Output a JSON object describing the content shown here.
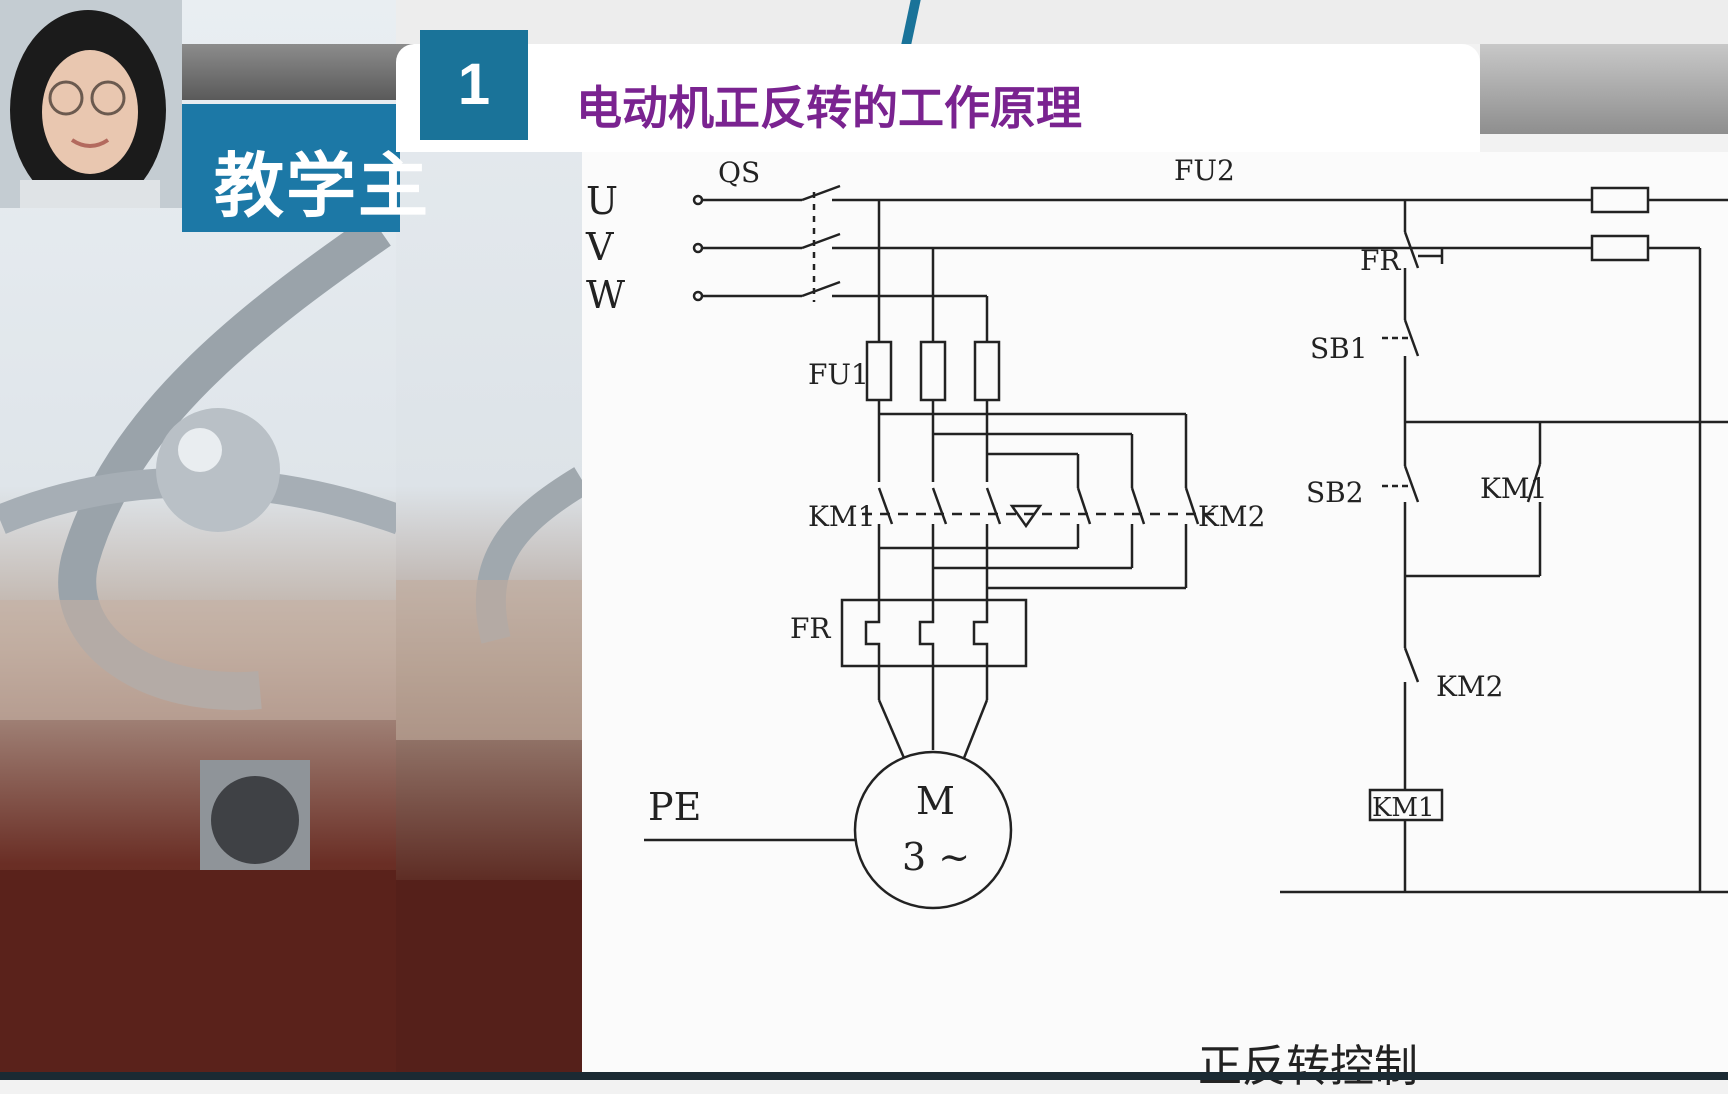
{
  "slide": {
    "number": "1",
    "title": "电动机正反转的工作原理",
    "background_banner_text": "教学主",
    "caption": "正反转控制"
  },
  "diagram": {
    "labels": {
      "U": "U",
      "V": "V",
      "W": "W",
      "QS": "QS",
      "FU1": "FU1",
      "FU2": "FU2",
      "KM1_main": "KM1",
      "KM2_main": "KM2",
      "FR_main": "FR",
      "FR_ctrl": "FR",
      "SB1": "SB1",
      "SB2": "SB2",
      "KM1_aux": "KM1",
      "KM2_aux": "KM2",
      "KM1_coil": "KM1",
      "motor_M": "M",
      "motor_phase": "3 ~",
      "PE": "PE"
    }
  },
  "colors": {
    "badge": "#1a7399",
    "title": "#7a2390",
    "banner": "#1c78a6"
  }
}
